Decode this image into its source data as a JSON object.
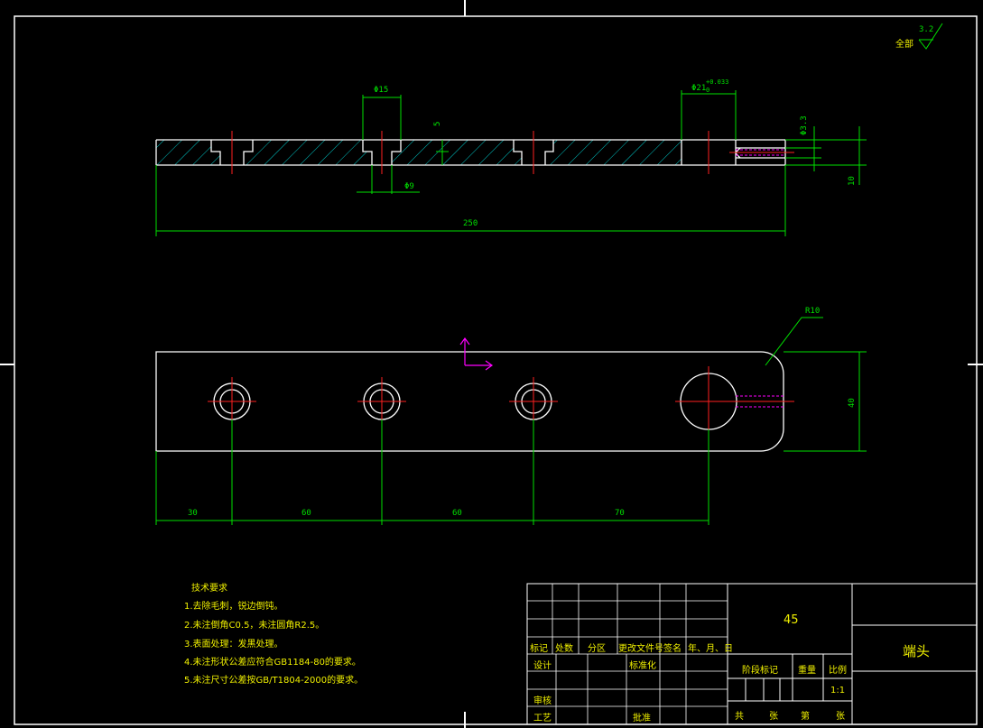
{
  "drawing": {
    "roughness": {
      "prefix": "全部",
      "value": "3.2"
    },
    "dimensions": {
      "d15": "Φ15",
      "d21": "Φ21",
      "d21_tol_upper": "+0.033",
      "d21_tol_lower": "0",
      "depth5": "5",
      "d3_3": "Φ3.3",
      "d9": "Φ9",
      "thick10": "10",
      "len250": "250",
      "r10": "R10",
      "w40": "40",
      "p30": "30",
      "p60a": "60",
      "p60b": "60",
      "p70": "70"
    }
  },
  "notes": {
    "title": "技术要求",
    "items": [
      "1.去除毛刺，锐边倒钝。",
      "2.未注倒角C0.5，未注圆角R2.5。",
      "3.表面处理：发黑处理。",
      "4.未注形状公差应符合GB1184-80的要求。",
      "5.未注尺寸公差按GB/T1804-2000的要求。"
    ]
  },
  "title_block": {
    "material": "45",
    "part_name": "端头",
    "headers": [
      "标记",
      "处数",
      "分区",
      "更改文件号",
      "签名",
      "年、月、日"
    ],
    "design": "设计",
    "standardize": "标准化",
    "review": "审核",
    "process": "工艺",
    "approve": "批准",
    "stage_mark": "阶段标记",
    "weight": "重量",
    "scale": "比例",
    "scale_value": "1:1",
    "total": "共",
    "sheets": "张",
    "number": "第",
    "sheet_unit": "张"
  },
  "colors": {
    "outline": "#ffffff",
    "dimension": "#00e000",
    "centerline": "#ff2020",
    "hatch": "#00c8c8",
    "axis": "#ff00ff",
    "text": "#f0f000"
  }
}
